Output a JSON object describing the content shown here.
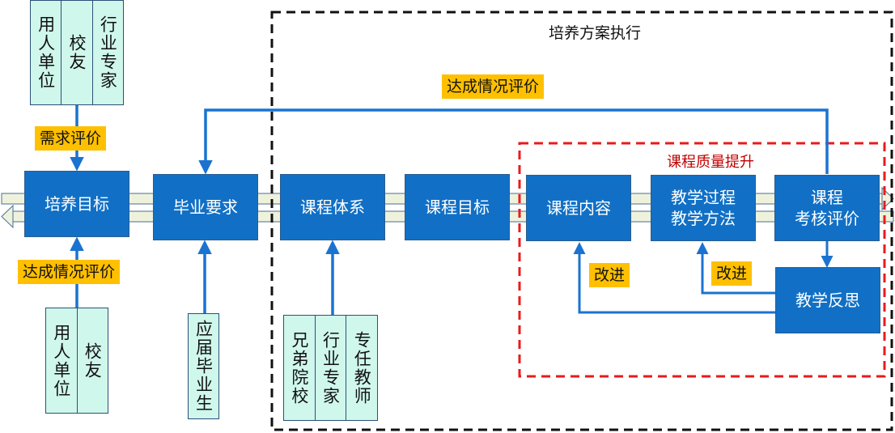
{
  "frame": {
    "execution_title": "培养方案执行",
    "quality_title": "课程质量提升"
  },
  "main_chain": [
    {
      "id": "training-goal",
      "label": "培养目标"
    },
    {
      "id": "graduation-requirements",
      "label": "毕业要求"
    },
    {
      "id": "course-system",
      "label": "课程体系"
    },
    {
      "id": "course-objectives",
      "label": "课程目标"
    },
    {
      "id": "course-content",
      "label": "课程内容"
    },
    {
      "id": "teaching-process",
      "label": "教学过程\n教学方法"
    },
    {
      "id": "course-assessment",
      "label": "课程\n考核评价"
    }
  ],
  "reflection": {
    "label": "教学反思"
  },
  "tags": {
    "demand_eval": "需求评价",
    "achievement_eval_left": "达成情况评价",
    "achievement_eval_top": "达成情况评价",
    "improve_1": "改进",
    "improve_2": "改进"
  },
  "stakeholders": {
    "top_left": [
      "用人单位",
      "校友",
      "行业专家"
    ],
    "bottom_left": [
      "用人单位",
      "校友"
    ],
    "graduates": [
      "应届毕业生"
    ],
    "course_system": [
      "兄弟院校",
      "行业专家",
      "专任教师"
    ]
  },
  "colors": {
    "box_blue": "#1170c6",
    "connector_blue": "#1a73d0",
    "tag_yellow": "#ffc000",
    "stakeholder_fill": "#cff7ec",
    "band_fill": "#eef2dc",
    "execution_border": "#111111",
    "quality_border": "#e81b1b",
    "quality_title": "#c00000"
  }
}
